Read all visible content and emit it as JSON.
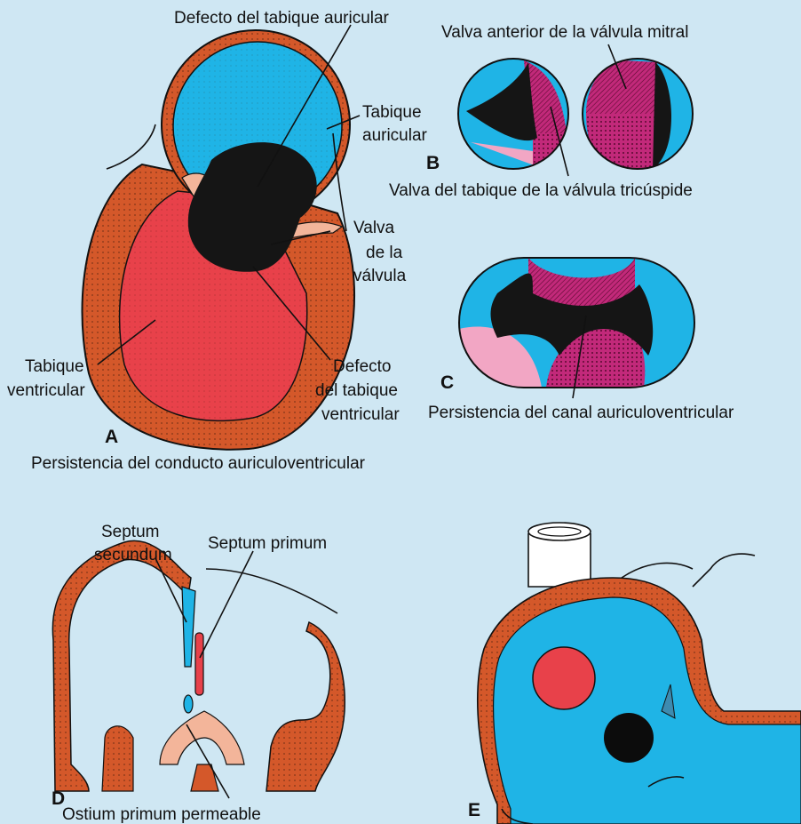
{
  "colors": {
    "background": "#cfe7f3",
    "orange_wall": "#d4582a",
    "blue_atrium": "#1fb4e6",
    "red_ventricle": "#e8414a",
    "black_defect": "#151515",
    "magenta_valve": "#c2297a",
    "pink_valve": "#f2a6c4",
    "salmon_cushion": "#f3b59a"
  },
  "panels": {
    "a": {
      "letter": "A",
      "caption": "Persistencia del conducto auriculoventricular",
      "labels": {
        "atrial_septal_defect": "Defecto del tabique auricular",
        "atrial_septum_1": "Tabique",
        "atrial_septum_2": "auricular",
        "valve_1": "Valva",
        "valve_2": "de la",
        "valve_3": "válvula",
        "ventricular_septum_1": "Tabique",
        "ventricular_septum_2": "ventricular",
        "vsd_1": "Defecto",
        "vsd_2": "del tabique",
        "vsd_3": "ventricular"
      }
    },
    "b": {
      "letter": "B",
      "mitral_label": "Valva anterior de la válvula mitral",
      "tricuspid_label": "Valva del tabique de la válvula tricúspide"
    },
    "c": {
      "letter": "C",
      "caption": "Persistencia del canal auriculoventricular"
    },
    "d": {
      "letter": "D",
      "septum_secundum_1": "Septum",
      "septum_secundum_2": "secundum",
      "septum_primum": "Septum primum",
      "ostium_primum": "Ostium primum permeable"
    },
    "e": {
      "letter": "E"
    }
  }
}
